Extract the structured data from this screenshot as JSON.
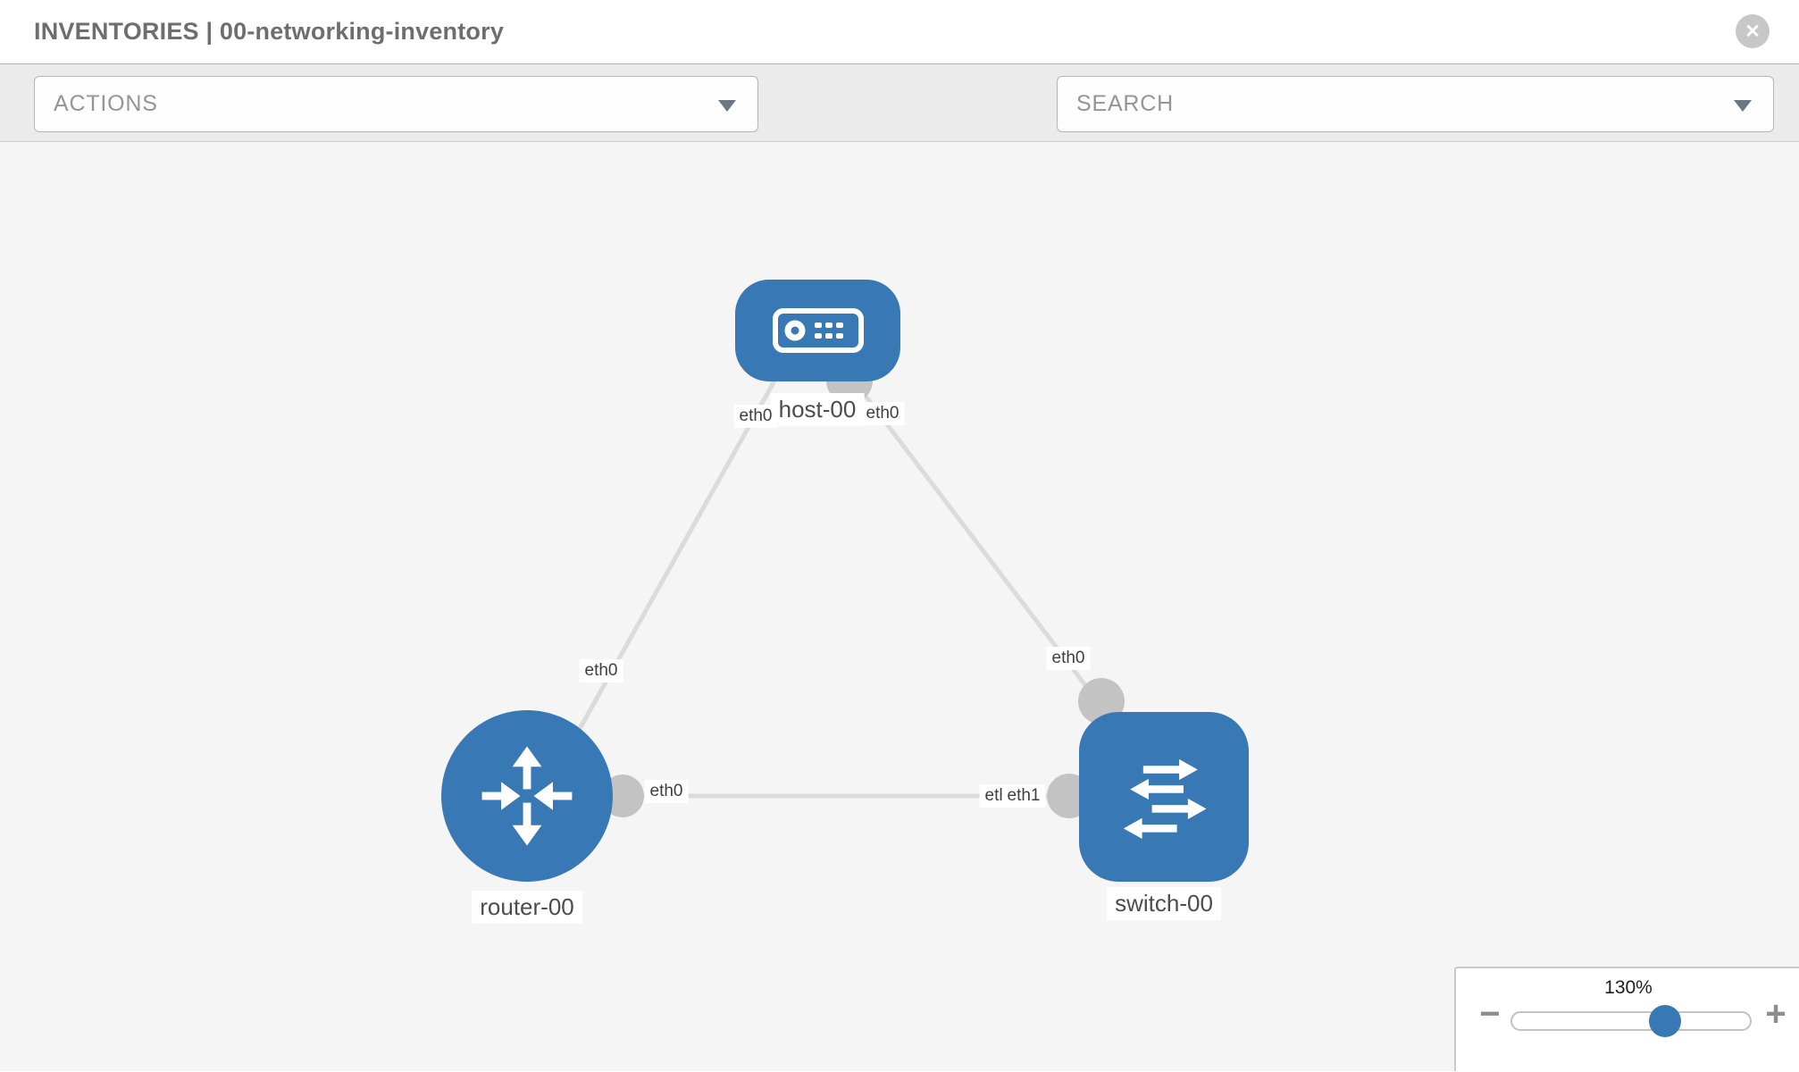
{
  "header": {
    "title": "INVENTORIES | 00-networking-inventory",
    "close_glyph": "✕"
  },
  "toolbar": {
    "actions_label": "ACTIONS",
    "search_placeholder": "SEARCH",
    "icons": [
      "wrench-icon",
      "key-icon"
    ]
  },
  "topology": {
    "nodes": [
      {
        "id": "host-00",
        "type": "host",
        "label": "host-00"
      },
      {
        "id": "router-00",
        "type": "router",
        "label": "router-00"
      },
      {
        "id": "switch-00",
        "type": "switch",
        "label": "switch-00"
      }
    ],
    "links": [
      {
        "from": "host-00",
        "to": "router-00",
        "from_iface": "eth0",
        "to_iface": "eth0"
      },
      {
        "from": "host-00",
        "to": "switch-00",
        "from_iface": "eth0",
        "to_iface": "eth0"
      },
      {
        "from": "router-00",
        "to": "switch-00",
        "from_iface": "eth0",
        "to_iface": "eth1"
      }
    ],
    "occluded_iface_label": "eth0"
  },
  "zoom_control": {
    "level": "130%",
    "minus_glyph": "−",
    "plus_glyph": "+"
  },
  "colors": {
    "node_blue": "#3878b4",
    "link_gray": "#dbdbdb",
    "connector_gray": "#c3c3c3",
    "toolbar_gray": "#ebebeb",
    "canvas_gray": "#f5f5f5"
  }
}
